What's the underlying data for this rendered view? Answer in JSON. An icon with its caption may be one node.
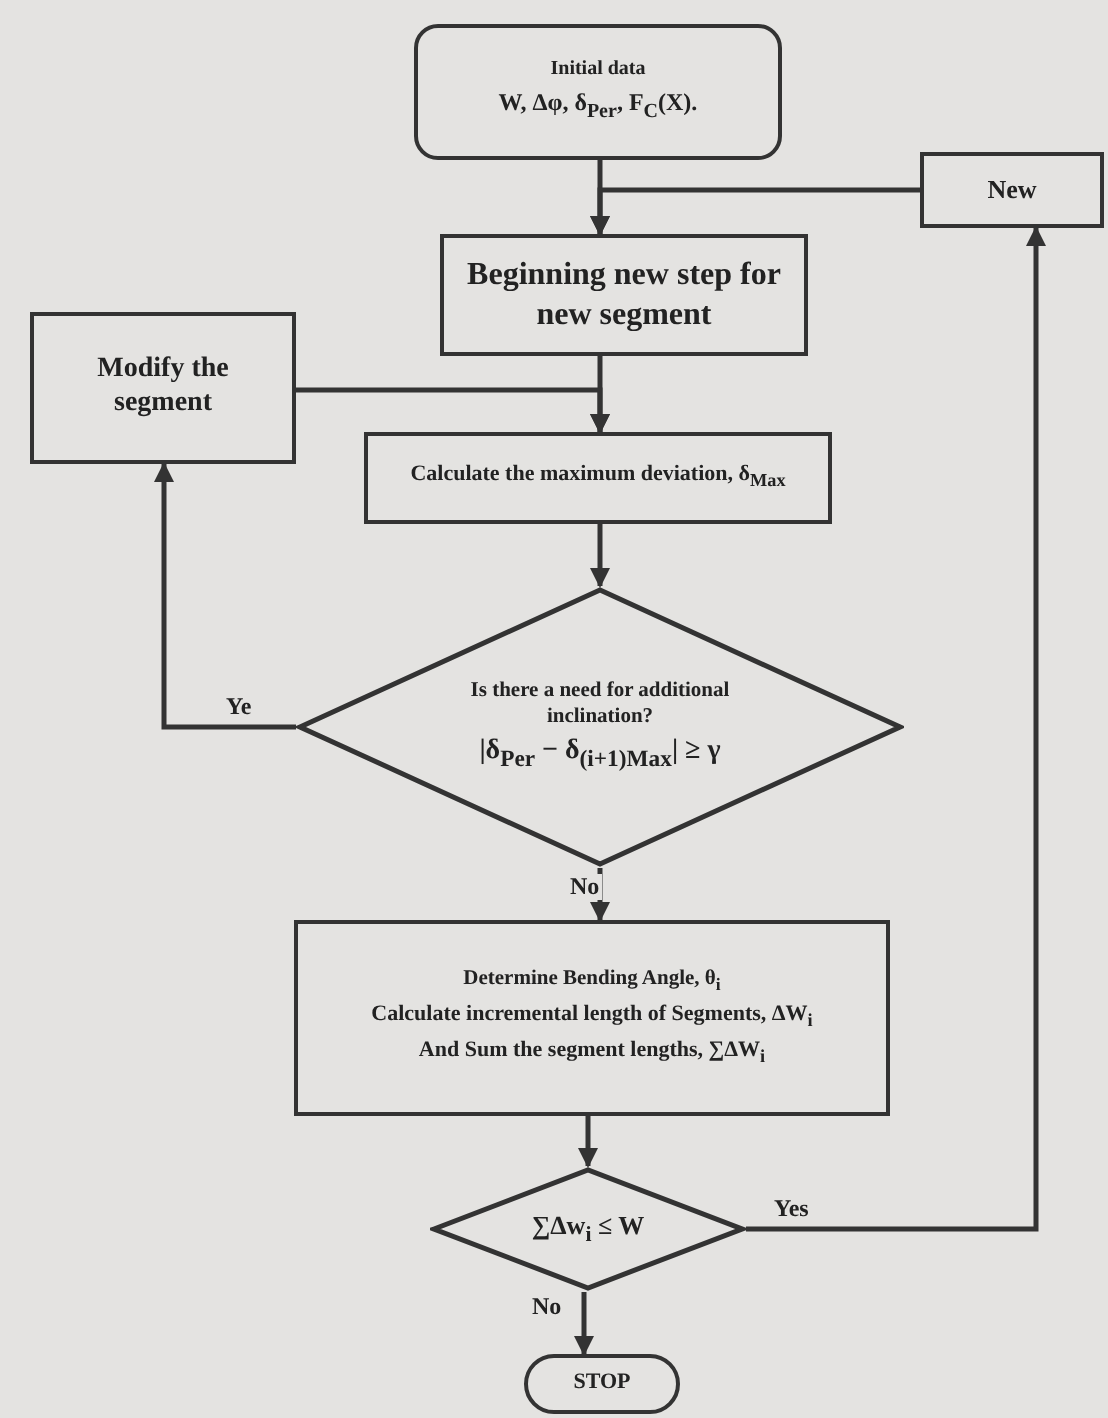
{
  "diagram": {
    "nodes": [
      {
        "text": [
          "Initial data",
          "W, Δφ, δ$_{Per}$, F$_{C}$(X)."
        ]
      },
      {
        "text": [
          "New"
        ]
      },
      {
        "text": [
          "Beginning new step for new segment"
        ]
      },
      {
        "text": [
          "Modify the segment"
        ]
      },
      {
        "text": [
          "Calculate the maximum deviation, δ$_{Max}$"
        ]
      },
      {
        "text": [
          "Is there a need for additional inclination?",
          "|δ$_{Per}$ − δ$_{(i+1)Max}$| ≥ γ"
        ]
      },
      {
        "text": [
          "Determine Bending Angle, θ$_{i}$",
          "Calculate  incremental length of Segments, ΔW$_{i}$",
          "And Sum the segment lengths, ∑ΔW$_{i}$"
        ]
      },
      {
        "text": [
          "∑Δw$_{i}$ ≤ W"
        ]
      },
      {
        "text": [
          "STOP"
        ]
      }
    ],
    "edges": [
      {
        "from": 0,
        "to": 2,
        "arrow": "to"
      },
      {
        "from": 1,
        "to": 2,
        "arrow": "to"
      },
      {
        "from": 2,
        "to": 4,
        "arrow": "to"
      },
      {
        "from": 3,
        "to": 4,
        "arrow": "to"
      },
      {
        "from": 4,
        "to": 5,
        "arrow": "to"
      },
      {
        "from": 5,
        "to": 3,
        "arrow": "to",
        "label": "Ye"
      },
      {
        "from": 5,
        "to": 6,
        "arrow": "to",
        "label": "No"
      },
      {
        "from": 6,
        "to": 7,
        "arrow": "to"
      },
      {
        "from": 7,
        "to": 1,
        "arrow": "to",
        "label": "Yes"
      },
      {
        "from": 7,
        "to": 8,
        "arrow": "to",
        "label": "No"
      }
    ]
  }
}
